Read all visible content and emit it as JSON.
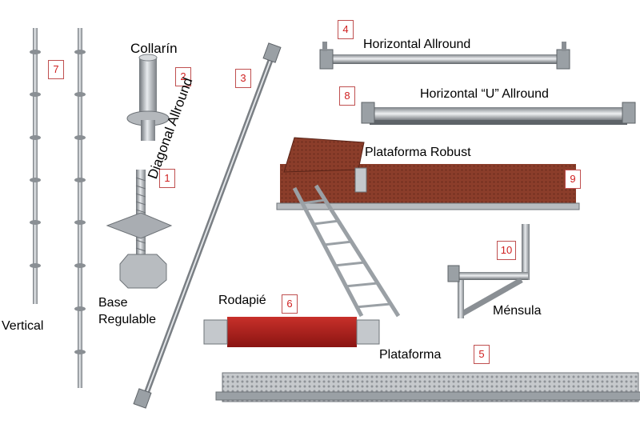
{
  "components": [
    {
      "number": "1",
      "label": "Base\nRegulable"
    },
    {
      "number": "2",
      "label": "Collarín"
    },
    {
      "number": "3",
      "label": "Diagonal Allround"
    },
    {
      "number": "4",
      "label": "Horizontal Allround"
    },
    {
      "number": "5",
      "label": "Plataforma"
    },
    {
      "number": "6",
      "label": "Rodapié"
    },
    {
      "number": "7",
      "label": "Vertical"
    },
    {
      "number": "8",
      "label": "Horizontal “U” Allround"
    },
    {
      "number": "9",
      "label": "Plataforma Robust"
    },
    {
      "number": "10",
      "label": "Ménsula"
    }
  ],
  "base_regulable": {
    "line1": "Base",
    "line2": "Regulable"
  },
  "colors": {
    "steel": "#a9adb2",
    "steel_dark": "#6e7378",
    "deck_brown": "#8b3d2a",
    "toe_red": "#b0201e",
    "badge": "#d02020"
  }
}
